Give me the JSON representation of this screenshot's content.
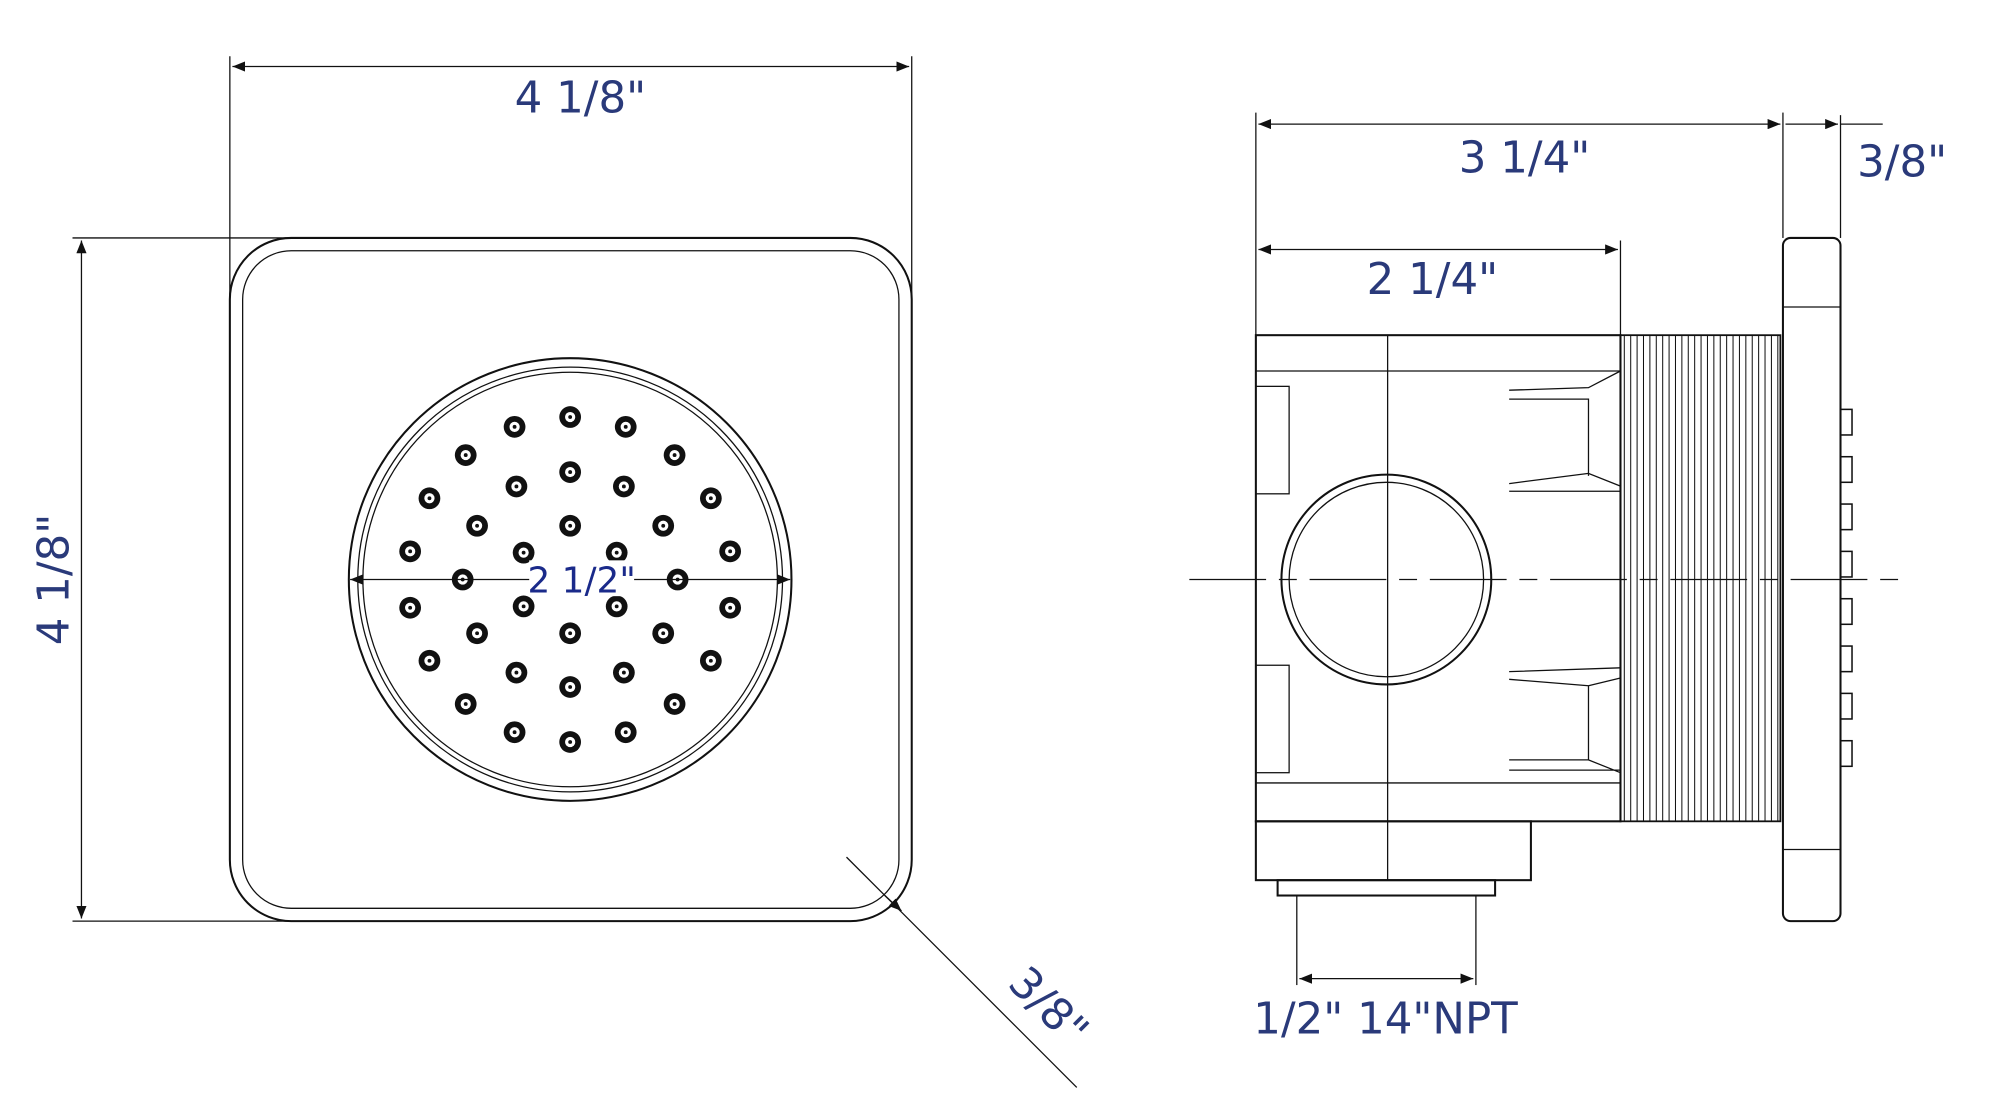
{
  "front_view": {
    "width_label": "4 1/8\"",
    "height_label": "4 1/8\"",
    "face_diameter_label": "2 1/2\"",
    "corner_radius_label": "3/8\""
  },
  "side_view": {
    "overall_depth_label": "3 1/4\"",
    "plate_thickness_label": "3/8\"",
    "body_depth_label": "2 1/4\"",
    "inlet_label": "1/2\" 14\"NPT"
  },
  "colors": {
    "dimension_text": "#2a3a7a",
    "line": "#111111"
  }
}
